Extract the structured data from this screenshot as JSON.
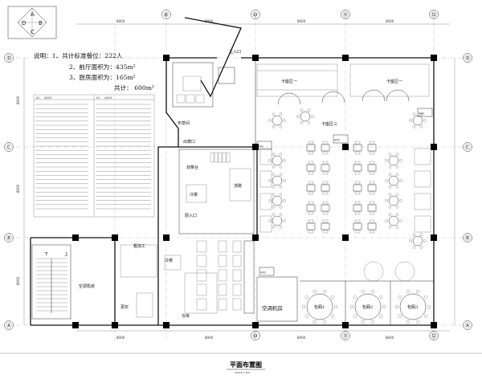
{
  "compass": {
    "letters": [
      "A",
      "B",
      "C",
      "D"
    ]
  },
  "grid": {
    "top": [
      "⑧",
      "⑨",
      "⑩",
      "⑪",
      "⑫"
    ],
    "left": [
      "Ⓓ",
      "Ⓒ",
      "Ⓑ",
      "Ⓐ"
    ],
    "dims_top": [
      "8000",
      "8000",
      "8000",
      "8000"
    ],
    "dims_bottom": [
      "8000",
      "8000",
      "8000",
      "8000"
    ],
    "dims_left": [
      "8000",
      "8000",
      "8000"
    ]
  },
  "notes": {
    "line1": "说明：1、共计标准餐位：222人",
    "line2": "2、前厅面积为：435m²",
    "line3": "3、厨房面积为：165m²",
    "total": "共计：  600m²"
  },
  "rooms": {
    "entrance": "主入口",
    "kazuo1": "卡座区一",
    "kazuo2": "卡座区一",
    "kazuo3": "卡座区三",
    "linen": "布草间",
    "serve_out": "出菜口",
    "serve_in": "备餐台",
    "dish_room": "划菜台",
    "wash": "洗碗",
    "cold": "冷菜",
    "kitchen_in": "厨入口",
    "rough": "粗加工",
    "cold2": "冷菜",
    "ac1": "空调机房",
    "ac2": "空调机房",
    "dressing": "更衣",
    "warehouse": "仓库",
    "pr1": "包厢1",
    "pr2": "包厢2",
    "pr3": "包厢3",
    "stair_down": "下",
    "stair_up": "上",
    "service1": "备餐台",
    "service2": "备餐台",
    "service3": "备餐台",
    "service4": "备餐台"
  },
  "table_legend": {
    "left_header": [
      "编号",
      "设备名称"
    ],
    "right_header": [
      "编号",
      "设备名称"
    ]
  },
  "footer": {
    "title": "平面布置图",
    "scale": "SCALE 1:100"
  }
}
